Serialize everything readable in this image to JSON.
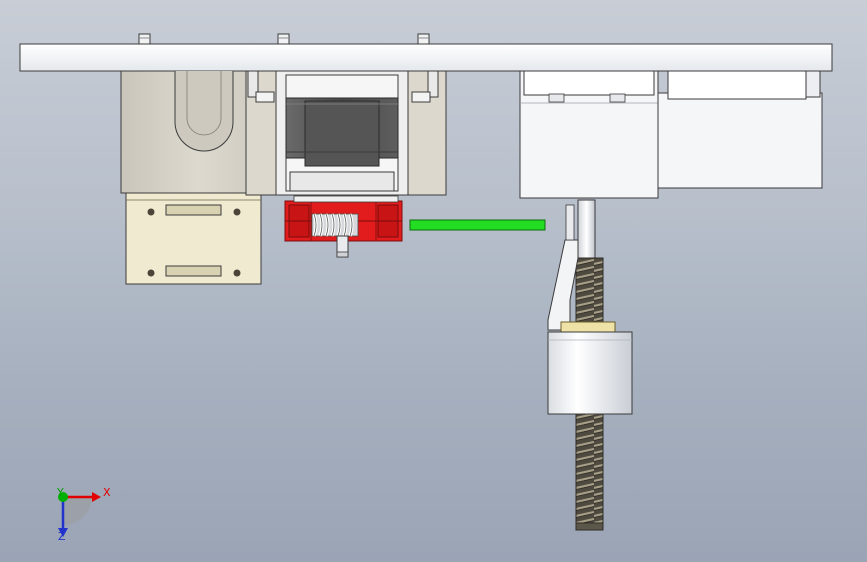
{
  "viewport": {
    "background_top": "#c8cdd6",
    "background_bottom": "#9aa4b5"
  },
  "colors": {
    "plate": "#f4f5f7",
    "outline": "#3b3b3b",
    "housing": "#d8d5cc",
    "bracket": "#f0ead0",
    "motor_dark": "#4b4b4b",
    "red_clamp": "#e21c1c",
    "green_bar": "#22dd22",
    "spring": "#e6e7ea",
    "screw": "#5a5549",
    "nut_body": "#eef0f2"
  },
  "triad": {
    "x_label": "X",
    "y_label": "Y",
    "z_label": "Z",
    "x_color": "#e00000",
    "y_color": "#00b000",
    "z_color": "#2233cc"
  }
}
